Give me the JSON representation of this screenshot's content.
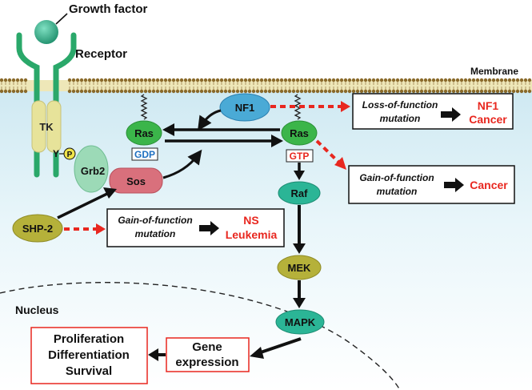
{
  "labels": {
    "growth_factor": "Growth factor",
    "receptor": "Receptor",
    "membrane": "Membrane",
    "nucleus": "Nucleus",
    "tk": "TK",
    "y": "Y",
    "p": "P",
    "grb2": "Grb2",
    "sos": "Sos",
    "shp2": "SHP-2",
    "ras_left": "Ras",
    "gdp": "GDP",
    "ras_right": "Ras",
    "gtp": "GTP",
    "nf1": "NF1",
    "raf": "Raf",
    "mek": "MEK",
    "mapk": "MAPK"
  },
  "boxes": {
    "loss_nf1": {
      "line1": "Loss-of-function",
      "line2": "mutation",
      "result1": "NF1",
      "result2": "Cancer"
    },
    "gain_ras": {
      "line1": "Gain-of-function",
      "line2": "mutation",
      "result1": "Cancer"
    },
    "gain_shp2": {
      "line1": "Gain-of-function",
      "line2": "mutation",
      "result1": "NS",
      "result2": "Leukemia"
    },
    "gene_expression": {
      "line1": "Gene",
      "line2": "expression"
    },
    "outcomes": {
      "line1": "Proliferation",
      "line2": "Differentiation",
      "line3": "Survival"
    }
  },
  "colors": {
    "cytoplasm": "#dcf0f6",
    "receptor_green": "#2aa86a",
    "ras_green": "#3bb54a",
    "teal": "#2bb596",
    "nf1_blue": "#4aaad6",
    "sos_pink": "#d9707c",
    "olive": "#b5b13a",
    "tk_yellow": "#e7e39a",
    "red": "#e8271f",
    "gdp_blue": "#1e6fc0"
  }
}
